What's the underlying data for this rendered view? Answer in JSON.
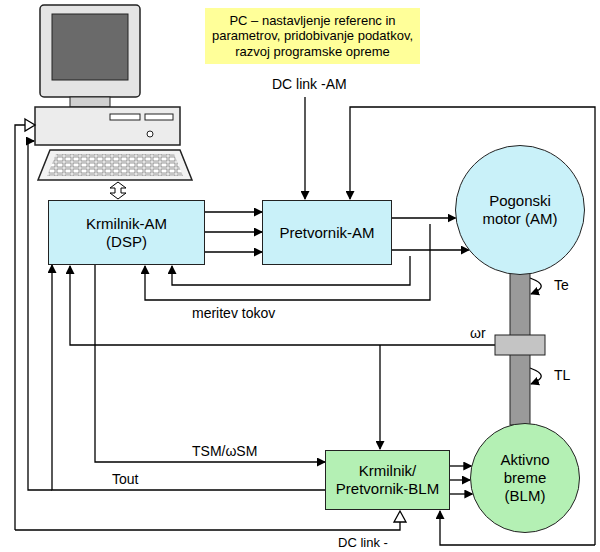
{
  "diagram": {
    "nodes": [
      {
        "text": [
          "PC – nastavljenje referenc in parametrov, pridobivanje podatkov, razvoj programske opreme"
        ]
      },
      {
        "text": [
          "Krmilnik-AM (DSP)"
        ]
      },
      {
        "text": [
          "Pretvornik-AM"
        ]
      },
      {
        "text": [
          "Pogonski motor (AM)"
        ]
      },
      {
        "text": [
          "Krmilnik/ Pretvornik-BLM"
        ]
      },
      {
        "text": [
          "Aktivno breme (BLM)"
        ]
      }
    ],
    "edges": [
      {
        "from": 1,
        "to": 2,
        "arrow": "to"
      },
      {
        "from": 1,
        "to": 2,
        "arrow": "to"
      },
      {
        "from": 1,
        "to": 2,
        "arrow": "to"
      },
      {
        "from": 2,
        "to": 3,
        "arrow": "to"
      },
      {
        "from": 2,
        "to": 3,
        "arrow": "to"
      },
      {
        "from": 1,
        "to": 4,
        "label": "TSM/ωSM",
        "arrow": "to"
      },
      {
        "from": 4,
        "to": 1,
        "label": "Tout",
        "arrow": "to"
      },
      {
        "from": 4,
        "to": 5,
        "arrow": "to"
      },
      {
        "from": 4,
        "to": 5,
        "arrow": "to"
      },
      {
        "from": 4,
        "to": 5,
        "arrow": "to"
      }
    ],
    "labels": [
      "DC link -AM",
      "meritev tokov",
      "ωr",
      "Te",
      "TL",
      "DC link -"
    ]
  }
}
